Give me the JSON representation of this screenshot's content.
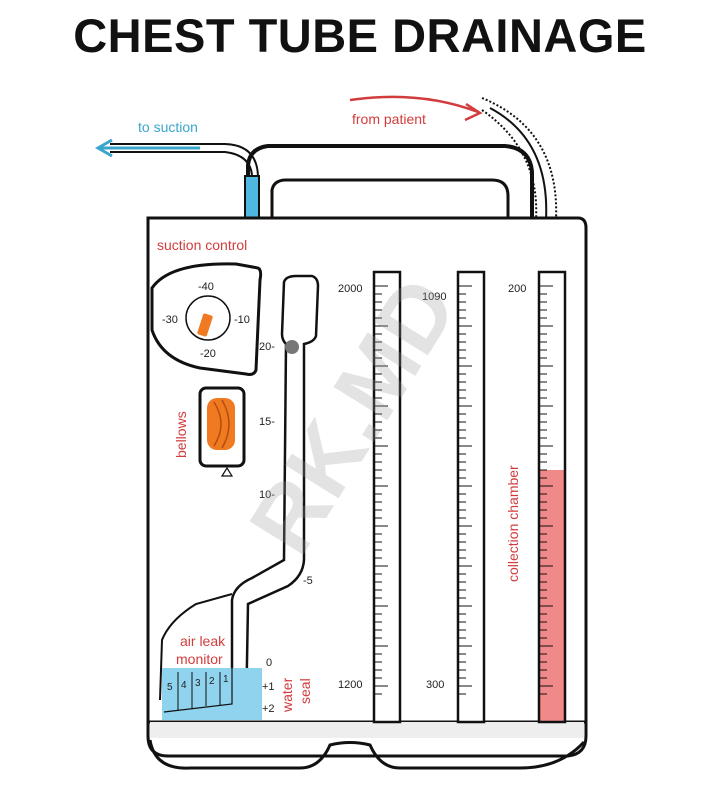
{
  "title": "CHEST TUBE DRAINAGE",
  "labels": {
    "to_suction": "to suction",
    "from_patient": "from patient",
    "suction_control": "suction control",
    "bellows": "bellows",
    "air_leak_monitor_line1": "air leak",
    "air_leak_monitor_line2": "monitor",
    "water_seal_line1": "water",
    "water_seal_line2": "seal",
    "collection_chamber": "collection chamber"
  },
  "dial": {
    "top": "-40",
    "left": "-30",
    "right": "-10",
    "bottom": "-20"
  },
  "water_seal_scale": {
    "t20": "20-",
    "t15": "15-",
    "t10": "10-",
    "t5": "-5",
    "t0": "0",
    "tp1": "+1",
    "tp2": "+2"
  },
  "air_leak_cells": [
    "5",
    "4",
    "3",
    "2",
    "1"
  ],
  "columns": {
    "col1_top": "2000",
    "col1_bottom": "1200",
    "col2_top": "1090",
    "col2_bottom": "300",
    "col3_top": "200"
  },
  "collection_fill_fraction": 0.56,
  "watermark": "RK.MD",
  "colors": {
    "red_label": "#d23c3c",
    "blue_label": "#3aa6cc",
    "water": "#8fd3ee",
    "collection_fluid": "#f08a8a",
    "bellows": "#f07a22",
    "outline": "#111111"
  }
}
